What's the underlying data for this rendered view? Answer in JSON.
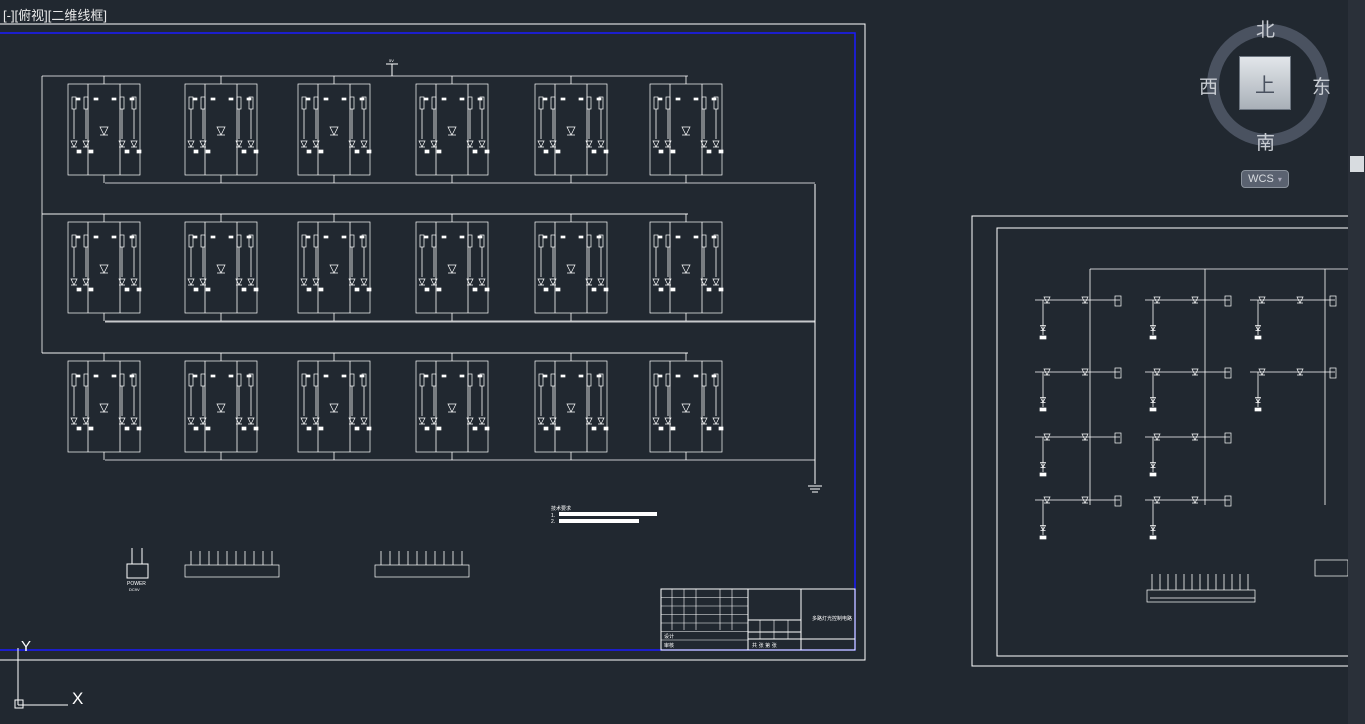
{
  "viewport": {
    "label": "[-][俯视][二维线框]"
  },
  "viewcube": {
    "north": "北",
    "south": "南",
    "west": "西",
    "east": "东",
    "top_face": "上",
    "wcs_label": "WCS",
    "wcs_caret": "▾"
  },
  "ucs": {
    "y_axis_label": "Y",
    "x_axis_mark": "X"
  },
  "colors": {
    "background": "#212830",
    "linework": "#ffffff",
    "layout_border": "#1a1aff",
    "sheet_border": "#ffffff"
  },
  "drawing": {
    "supply_label": "5V",
    "power_connector_label": "POWER",
    "power_connector_sub": "DC9V",
    "notes_title": "技术要求",
    "notes_items": [
      "1.",
      "2."
    ],
    "title_block_name": "多路灯光控制电路",
    "title_block_cell_a": "设计",
    "title_block_cell_b": "审核",
    "title_block_company": "共 张 第 张"
  }
}
